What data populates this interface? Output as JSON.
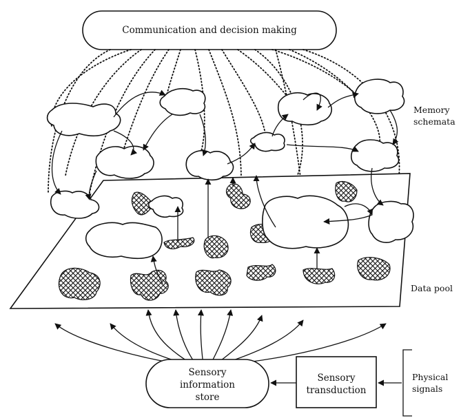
{
  "title_box": {
    "label": "Communication and decision making"
  },
  "side_labels": {
    "memory_line1": "Memory",
    "memory_line2": "schemata",
    "data_pool": "Data pool",
    "physical_line1": "Physical",
    "physical_line2": "signals"
  },
  "store": {
    "line1": "Sensory",
    "line2": "information",
    "line3": "store"
  },
  "transduction": {
    "line1": "Sensory",
    "line2": "transduction"
  }
}
